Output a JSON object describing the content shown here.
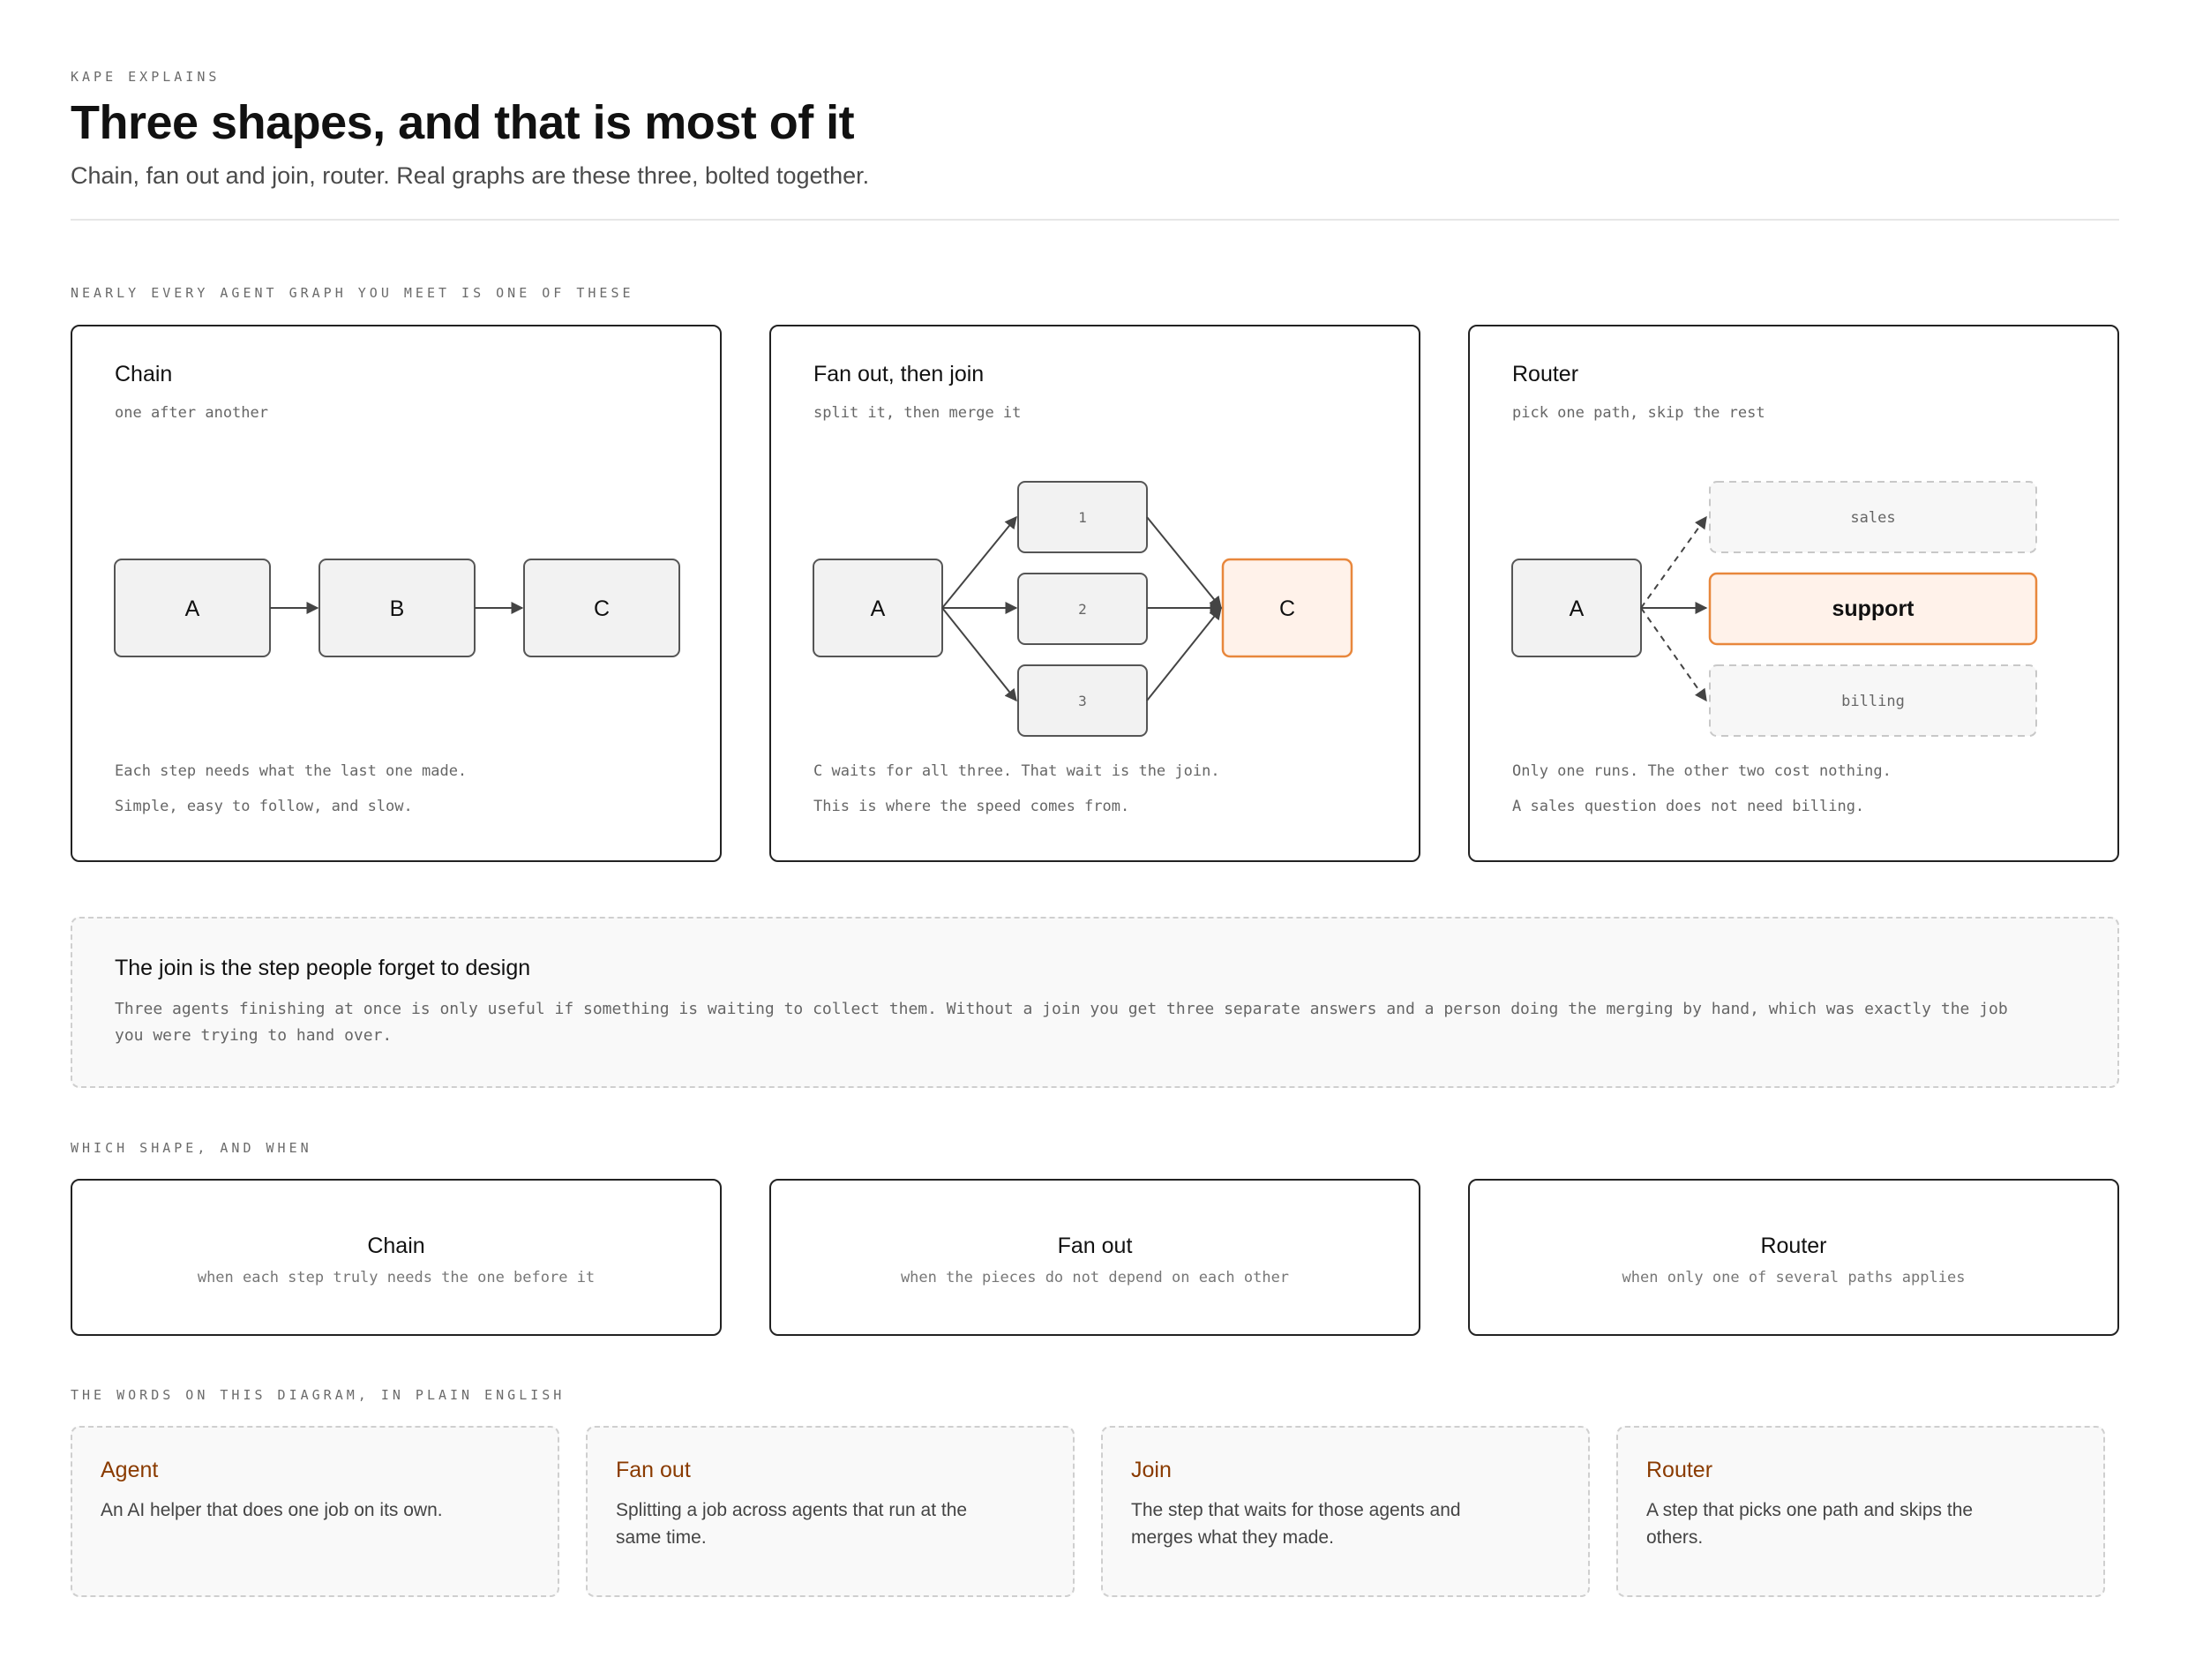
{
  "header": {
    "eyebrow": "KAPE EXPLAINS",
    "title": "Three shapes, and that is most of it",
    "subtitle": "Chain, fan out and join, router. Real graphs are these three, bolted together."
  },
  "shapes_section": {
    "heading": "NEARLY EVERY AGENT GRAPH YOU MEET IS ONE OF THESE",
    "chain": {
      "title": "Chain",
      "subtitle": "one after another",
      "nodes": [
        "A",
        "B",
        "C"
      ],
      "note_line1": "Each step needs what the last one made.",
      "note_line2": "Simple, easy to follow, and slow."
    },
    "fanout": {
      "title": "Fan out, then join",
      "subtitle": "split it, then merge it",
      "source": "A",
      "branches": [
        "1",
        "2",
        "3"
      ],
      "join": "C",
      "note_line1": "C waits for all three. That wait is the join.",
      "note_line2": "This is where the speed comes from."
    },
    "router": {
      "title": "Router",
      "subtitle": "pick one path, skip the rest",
      "source": "A",
      "routes": [
        "sales",
        "support",
        "billing"
      ],
      "chosen": "support",
      "note_line1": "Only one runs. The other two cost nothing.",
      "note_line2": "A sales question does not need billing."
    }
  },
  "callout": {
    "title": "The join is the step people forget to design",
    "body": "Three agents finishing at once is only useful if something is waiting to collect them. Without a join you get three separate answers and a person doing the merging by hand, which was exactly the job you were trying to hand over."
  },
  "when_section": {
    "heading": "WHICH SHAPE, AND WHEN",
    "items": [
      {
        "title": "Chain",
        "sub": "when each step truly needs the one before it"
      },
      {
        "title": "Fan out",
        "sub": "when the pieces do not depend on each other"
      },
      {
        "title": "Router",
        "sub": "when only one of several paths applies"
      }
    ]
  },
  "glossary": {
    "heading": "THE WORDS ON THIS DIAGRAM, IN PLAIN ENGLISH",
    "items": [
      {
        "term": "Agent",
        "def": "An AI helper that does one job on its own."
      },
      {
        "term": "Fan out",
        "def": "Splitting a job across agents that run at the same time."
      },
      {
        "term": "Join",
        "def": "The step that waits for those agents and merges what they made."
      },
      {
        "term": "Router",
        "def": "A step that picks one path and skips the others."
      }
    ]
  },
  "colors": {
    "node_fill": "#f2f2f2",
    "node_stroke": "#555555",
    "highlight_fill": "#fff2ea",
    "highlight_stroke": "#e8873c",
    "muted_fill": "#f7f7f7",
    "muted_stroke": "#c8c8c8",
    "term_color": "#8a3b00"
  }
}
